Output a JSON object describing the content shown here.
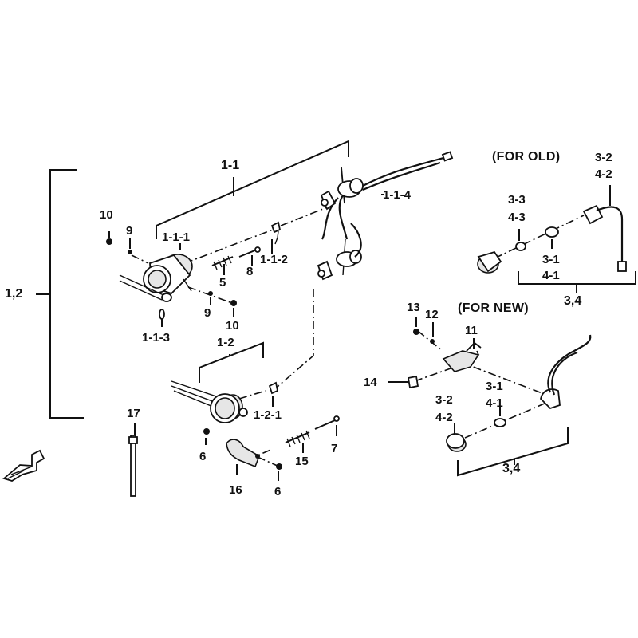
{
  "labels": {
    "l_1_2_main": "1,2",
    "l_1_1": "1-1",
    "l_10a": "10",
    "l_9a": "9",
    "l_1_1_1": "1-1-1",
    "l_1_1_2": "1-1-2",
    "l_5": "5",
    "l_8": "8",
    "l_9b": "9",
    "l_10b": "10",
    "l_1_1_3": "1-1-3",
    "l_1_1_4": "1-1-4",
    "l_1_2": "1-2",
    "l_1_2_1": "1-2-1",
    "l_6a": "6",
    "l_6b": "6",
    "l_16": "16",
    "l_15": "15",
    "l_7": "7",
    "l_17": "17",
    "l_for_old": "(FOR OLD)",
    "l_3_2_old": "3-2",
    "l_4_2_old": "4-2",
    "l_3_3": "3-3",
    "l_4_3": "4-3",
    "l_3_1_old": "3-1",
    "l_4_1_old": "4-1",
    "l_3_4_old": "3,4",
    "l_for_new": "(FOR NEW)",
    "l_13": "13",
    "l_12": "12",
    "l_11": "11",
    "l_14": "14",
    "l_3_1_new": "3-1",
    "l_4_1_new": "4-1",
    "l_3_2_new": "3-2",
    "l_4_2_new": "4-2",
    "l_3_4_new": "3,4"
  }
}
